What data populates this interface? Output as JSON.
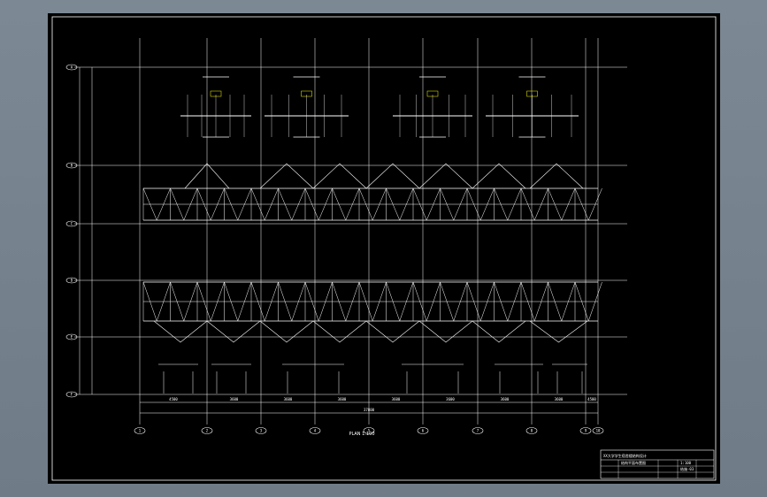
{
  "window": {
    "background": "#737f8b",
    "canvas_background": "#000000",
    "line_color": "#ffffff",
    "accent_color": "#ffff00"
  },
  "plan": {
    "axis_labels": [
      "1",
      "2",
      "3",
      "4",
      "5",
      "6",
      "7",
      "8",
      "9",
      "10"
    ],
    "row_labels": [
      "A",
      "B",
      "C",
      "D",
      "E",
      "F"
    ],
    "span_labels": [
      "4500",
      "3600",
      "3600",
      "3600",
      "3600",
      "3600",
      "3600",
      "3600",
      "4500"
    ],
    "total_dimension": "37800",
    "drawing_title": "PLAN  1:100"
  },
  "title_block": {
    "project": "XX大学学生宿舍楼结构设计",
    "drawing_name": "结构平面布置图",
    "scale": "1:100",
    "sheet": "结施-03"
  }
}
